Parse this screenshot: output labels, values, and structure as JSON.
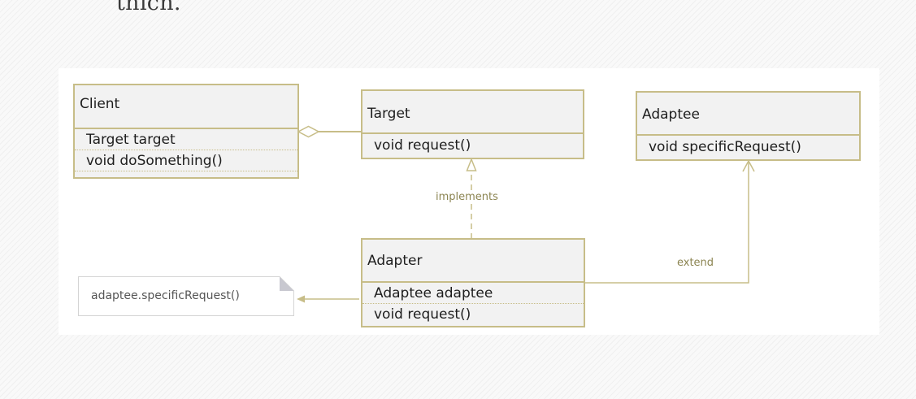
{
  "heading_fragment": "thích.",
  "classes": {
    "client": {
      "name": "Client",
      "members": [
        "Target target",
        "void doSomething()"
      ]
    },
    "target": {
      "name": "Target",
      "members": [
        "void request()"
      ]
    },
    "adaptee": {
      "name": "Adaptee",
      "members": [
        "void specificRequest()"
      ]
    },
    "adapter": {
      "name": "Adapter",
      "members": [
        "Adaptee adaptee",
        "void request()"
      ]
    }
  },
  "note": {
    "text": "adaptee.specificRequest()"
  },
  "relations": {
    "implements_label": "implements",
    "extend_label": "extend"
  },
  "colors": {
    "line": "#c7bd88",
    "box_fill": "#f2f2f2",
    "label": "#8c8552",
    "note_border": "#d4d4d4",
    "note_fold": "#c8c8d0"
  }
}
